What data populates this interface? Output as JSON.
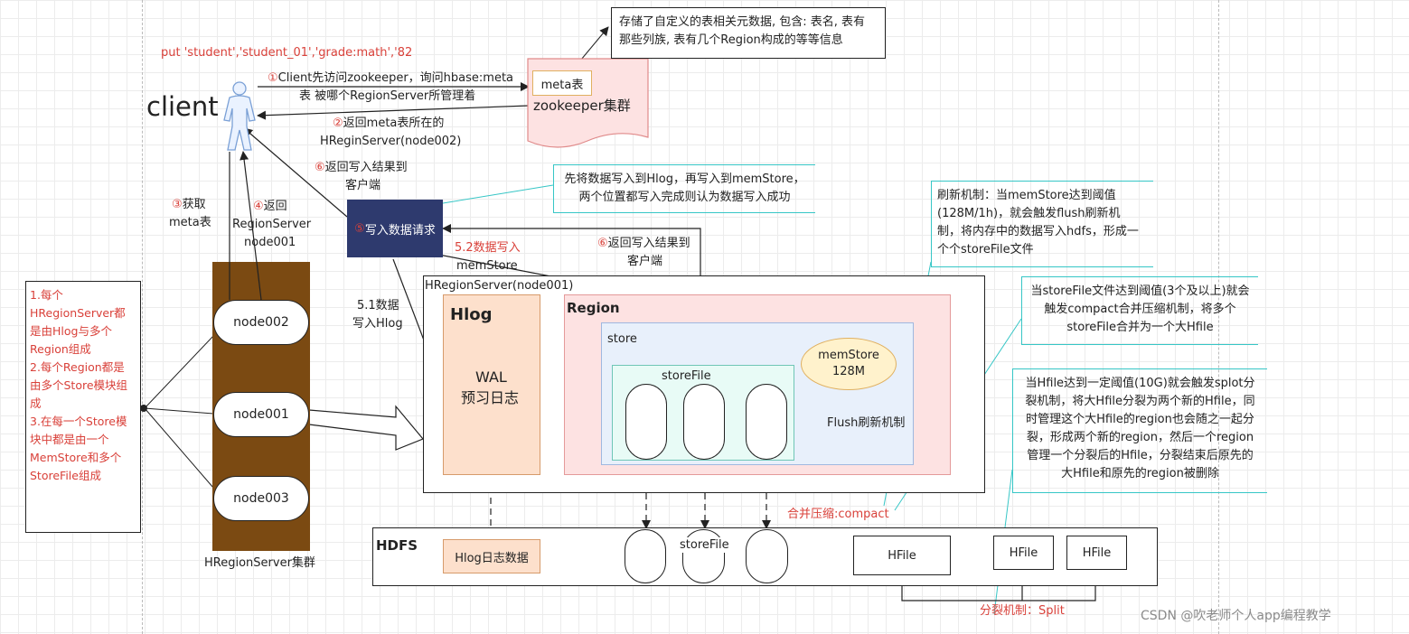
{
  "put_command": "put 'student','student_01','grade:math','82",
  "client_label": "client",
  "steps": {
    "s1_num": "①",
    "s1_line1": "Client先访问zookeeper，询问hbase:meta",
    "s1_line2": "表 被哪个RegionServer所管理着",
    "s2_num": "②",
    "s2_line1": "返回meta表所在的",
    "s2_line2": "HReginServer(node002)",
    "s3_num": "③",
    "s3_line1": "获取",
    "s3_line2": "meta表",
    "s4_num": "④",
    "s4_line1": "返回",
    "s4_line2": "RegionServer",
    "s4_line3": "node001",
    "s6a_num": "⑥",
    "s6a_line1": "返回写入结果到",
    "s6a_line2": "客户端",
    "s6b_num": "⑥",
    "s6b_line1": "返回写入结果到",
    "s6b_line2": "客户端",
    "s52_line1": "5.2数据写入",
    "s52_line2": "memStore",
    "s51_line1": "5.1数据",
    "s51_line2": "写入Hlog"
  },
  "zookeeper": {
    "meta_label": "meta表",
    "cluster_label": "zookeeper集群"
  },
  "meta_note": {
    "line1": "存储了自定义的表相关元数据, 包含: 表名, 表有",
    "line2": "那些列族, 表有几个Region构成的等等信息"
  },
  "write_request": {
    "num": "⑤",
    "label": "写入数据请求"
  },
  "hlog_note": {
    "line1": "先将数据写入到Hlog，再写入到memStore，",
    "line2": "两个位置都写入完成则认为数据写入成功"
  },
  "left_note": {
    "line1": "1.每个",
    "line2": "HRegionServer都",
    "line3": "是由Hlog与多个",
    "line4": "Region组成",
    "line5": "2.每个Region都是",
    "line6": "由多个Store模块组",
    "line7": "成",
    "line8": "3.在每一个Store模",
    "line9": "块中都是由一个",
    "line10": "MemStore和多个",
    "line11": "StoreFile组成"
  },
  "cluster": {
    "nodes": [
      "node002",
      "node001",
      "node003"
    ],
    "label": "HRegionServer集群"
  },
  "hregionserver": {
    "title": "HRegionServer(node001)",
    "hlog_title": "Hlog",
    "wal_line1": "WAL",
    "wal_line2": "预习日志",
    "region_title": "Region",
    "store_title": "store",
    "memstore_line1": "memStore",
    "memstore_line2": "128M",
    "storefile_title": "storeFile",
    "flush_label": "Flush刷新机制"
  },
  "flush_note": {
    "line1": "刷新机制：当memStore达到阈值",
    "line2": "(128M/1h)，就会触发flush刷新机",
    "line3": "制，将内存中的数据写入hdfs，形成一",
    "line4": "个个storeFile文件"
  },
  "compact_note": {
    "line1": "当storeFile文件达到阈值(3个及以上)就会",
    "line2": "触发compact合并压缩机制，将多个",
    "line3": "storeFile合并为一个大Hfile"
  },
  "split_note": {
    "line1": "当Hfile达到一定阈值(10G)就会触发splot分",
    "line2": "裂机制，将大Hfile分裂为两个新的Hfile，同",
    "line3": "时管理这个大Hfile的region也会随之一起分",
    "line4": "裂，形成两个新的region，然后一个region",
    "line5": "管理一个分裂后的Hfile，分裂结束后原先的",
    "line6": "大Hfile和原先的region被删除"
  },
  "compact_label": "合并压缩:compact",
  "hdfs": {
    "title": "HDFS",
    "hlog_data": "Hlog日志数据",
    "storefile_label": "storeFile",
    "hfile_big": "HFile",
    "hfile_a": "HFile",
    "hfile_b": "HFile"
  },
  "split_label": "分裂机制：Split",
  "watermark": "CSDN @吹老师个人app编程教学",
  "colors": {
    "brown": "#7b4a12",
    "request_navy": "#2e3a6e",
    "wal_fill": "#fde0cc",
    "region_fill": "#fde2e2",
    "store_fill": "#e8f0fb",
    "memstore_fill": "#fff2cc",
    "zk_fill": "#fde2e2",
    "cyan": "#36c6c6",
    "red_text": "#d9413a"
  }
}
